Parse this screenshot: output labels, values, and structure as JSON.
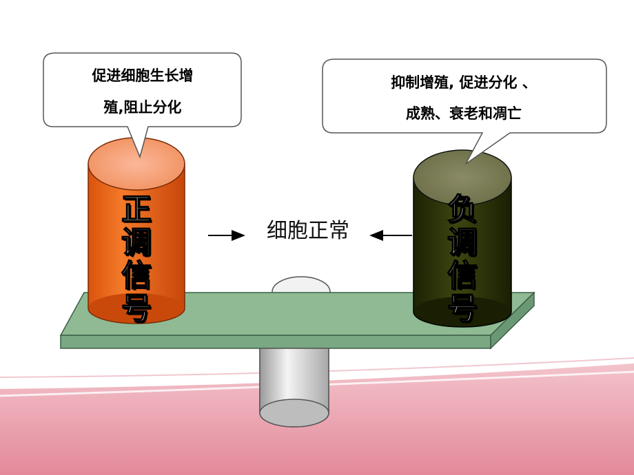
{
  "positive_callout": {
    "line1": "促进细胞生长增",
    "line2": "殖,阻止分化"
  },
  "negative_callout": {
    "line1": "抑制增殖, 促进分化 、",
    "line2": "成熟、衰老和凋亡"
  },
  "positive_label": [
    "正",
    "调",
    "信",
    "号"
  ],
  "negative_label": [
    "负",
    "调",
    "信",
    "号"
  ],
  "center_label": "细胞正常",
  "colors": {
    "positive_cylinder": "#ef6a1e",
    "negative_cylinder": "#2e3508",
    "board_top": "#8fba94",
    "board_front": "#7fac86",
    "fulcrum": "#e0e0e0",
    "bottom_band": "#e89aa8"
  }
}
